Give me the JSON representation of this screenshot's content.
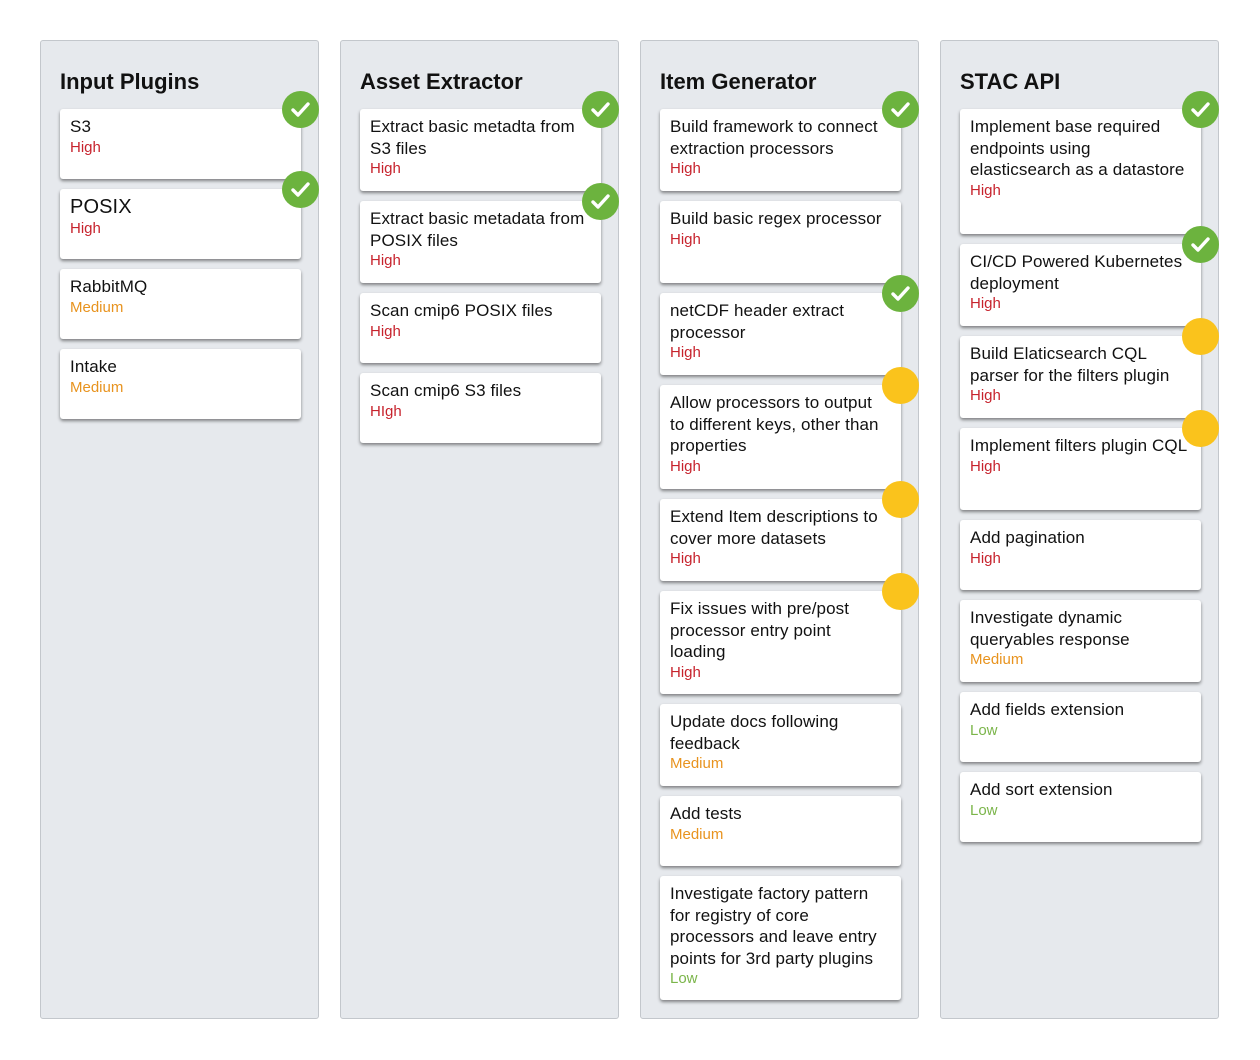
{
  "board": {
    "status_colors": {
      "done": "#6cb33e",
      "in_progress": "#fac31c"
    },
    "priority_colors": {
      "High": "#c7232d",
      "Medium": "#e8931e",
      "Low": "#7bb54a"
    },
    "columns": [
      {
        "title": "Input Plugins",
        "cards": [
          {
            "title": "S3",
            "priority": "High",
            "status": "done"
          },
          {
            "title": "POSIX",
            "priority": "High",
            "status": "done"
          },
          {
            "title": "RabbitMQ",
            "priority": "Medium",
            "status": ""
          },
          {
            "title": "Intake",
            "priority": "Medium",
            "status": ""
          }
        ]
      },
      {
        "title": "Asset Extractor",
        "cards": [
          {
            "title": "Extract basic metadta from S3 files",
            "priority": "High",
            "status": "done"
          },
          {
            "title": "Extract basic metadata from POSIX files",
            "priority": "High",
            "status": "done"
          },
          {
            "title": "Scan cmip6 POSIX files",
            "priority": "High",
            "status": ""
          },
          {
            "title": "Scan cmip6 S3 files",
            "priority": "HIgh",
            "status": ""
          }
        ]
      },
      {
        "title": "Item Generator",
        "cards": [
          {
            "title": "Build framework to connect extraction processors",
            "priority": "High",
            "status": "done"
          },
          {
            "title": "Build basic regex processor",
            "priority": "High",
            "status": ""
          },
          {
            "title": "netCDF header extract processor",
            "priority": "High",
            "status": "done"
          },
          {
            "title": "Allow processors to output to different keys, other than properties",
            "priority": "High",
            "status": "in_progress"
          },
          {
            "title": "Extend Item descriptions to cover more datasets",
            "priority": "High",
            "status": "in_progress"
          },
          {
            "title": "Fix issues with pre/post processor entry point loading",
            "priority": "High",
            "status": "in_progress"
          },
          {
            "title": "Update docs following feedback",
            "priority": "Medium",
            "status": ""
          },
          {
            "title": "Add tests",
            "priority": "Medium",
            "status": ""
          },
          {
            "title": "Investigate factory pattern for registry of core processors and leave entry points for 3rd party plugins",
            "priority": "Low",
            "status": ""
          }
        ]
      },
      {
        "title": "STAC API",
        "cards": [
          {
            "title": "Implement base required endpoints using elasticsearch as a datastore",
            "priority": "High",
            "status": "done"
          },
          {
            "title": "CI/CD Powered Kubernetes deployment",
            "priority": "High",
            "status": "done"
          },
          {
            "title": "Build Elaticsearch CQL parser for the filters plugin",
            "priority": "High",
            "status": "in_progress"
          },
          {
            "title": "Implement filters plugin CQL",
            "priority": "High",
            "status": "in_progress"
          },
          {
            "title": "Add pagination",
            "priority": "High",
            "status": ""
          },
          {
            "title": "Investigate dynamic queryables response",
            "priority": "Medium",
            "status": ""
          },
          {
            "title": "Add fields extension",
            "priority": "Low",
            "status": ""
          },
          {
            "title": "Add sort extension",
            "priority": "Low",
            "status": ""
          }
        ]
      }
    ]
  }
}
